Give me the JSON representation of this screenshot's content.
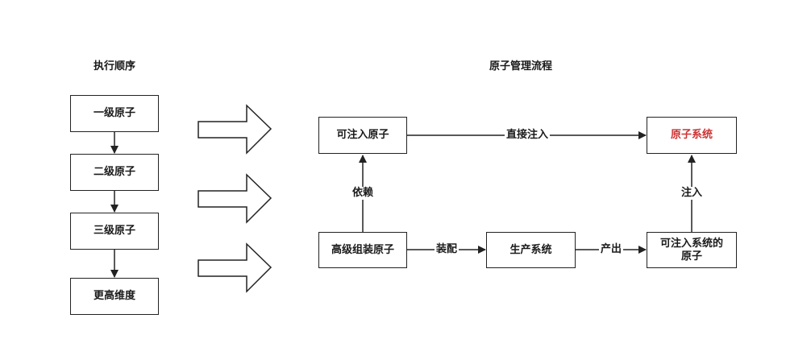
{
  "titles": {
    "execution_order": "执行顺序",
    "atom_flow": "原子管理流程"
  },
  "left_column": [
    "一级原子",
    "二级原子",
    "三级原子",
    "更高维度"
  ],
  "flow": {
    "injectable_atom": "可注入原子",
    "atom_system": "原子系统",
    "advanced_atom": "高级组装原子",
    "production_system": "生产系统",
    "injectable_system_atom": "可注入系统的原子"
  },
  "edges": {
    "direct_inject": "直接注入",
    "depends": "依赖",
    "inject": "注入",
    "assemble": "装配",
    "produce": "产出"
  },
  "colors": {
    "stroke": "#222222",
    "highlight_text": "#cc3333"
  }
}
